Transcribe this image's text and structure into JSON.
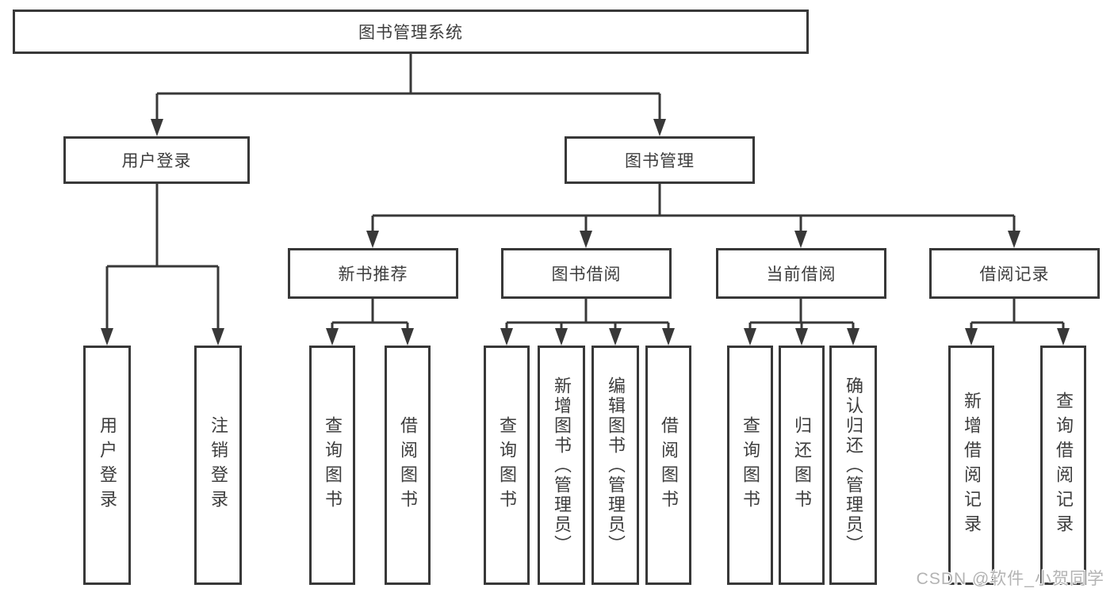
{
  "diagram": {
    "tree": {
      "label": "图书管理系统",
      "children": [
        {
          "label": "用户登录",
          "children": [
            {
              "label": "用户登录"
            },
            {
              "label": "注销登录"
            }
          ]
        },
        {
          "label": "图书管理",
          "children": [
            {
              "label": "新书推荐",
              "children": [
                {
                  "label": "查询图书"
                },
                {
                  "label": "借阅图书"
                }
              ]
            },
            {
              "label": "图书借阅",
              "children": [
                {
                  "label": "查询图书"
                },
                {
                  "label": "新增图书（管理员）"
                },
                {
                  "label": "编辑图书（管理员）"
                },
                {
                  "label": "借阅图书"
                }
              ]
            },
            {
              "label": "当前借阅",
              "children": [
                {
                  "label": "查询图书"
                },
                {
                  "label": "归还图书"
                },
                {
                  "label": "确认归还（管理员）"
                }
              ]
            },
            {
              "label": "借阅记录",
              "children": [
                {
                  "label": "新增借阅记录"
                },
                {
                  "label": "查询借阅记录"
                }
              ]
            }
          ]
        }
      ]
    },
    "colors": {
      "line": "#383838",
      "background": "#ffffff",
      "text": "#3d3d3d",
      "watermark": "#b3b3b3"
    }
  },
  "watermark": {
    "text": "CSDN @软件_小贺同学"
  }
}
